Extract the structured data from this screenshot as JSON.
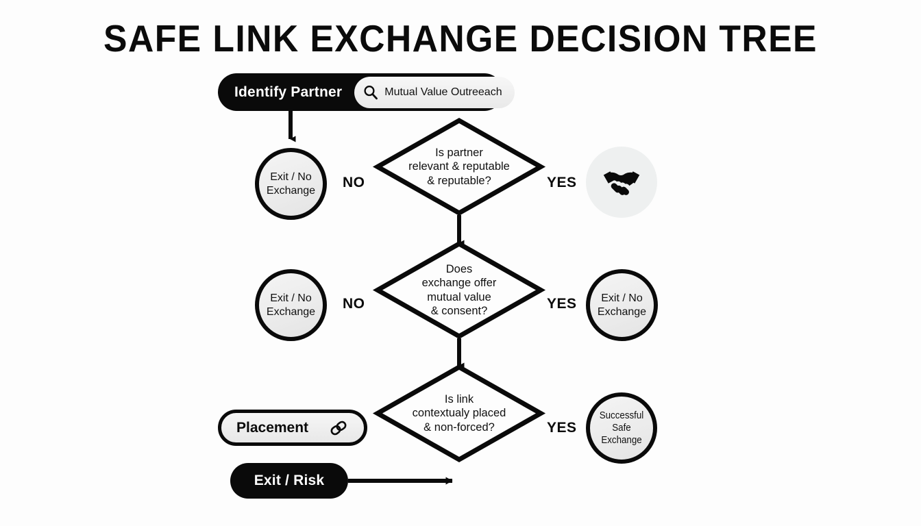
{
  "page": {
    "title": "SAFE LINK EXCHANGE DECISION TREE",
    "background_color": "#fdfdfd",
    "ink_color": "#0a0a0a"
  },
  "header": {
    "label": "Identify Partner",
    "chip": {
      "icon": "search-icon",
      "label": "Mutual Value Outreeach"
    }
  },
  "nodes": {
    "decision_1": {
      "text": "Is partner\nrelevant & reputable\n& reputable?",
      "no_label": "NO",
      "yes_label": "YES"
    },
    "decision_2": {
      "text": "Does\nexchange offer\nmutual value\n& consent?",
      "no_label": "NO",
      "yes_label": "YES"
    },
    "decision_3": {
      "text": "Is link\ncontextualy placed\n& non-forced?",
      "yes_label": "YES"
    },
    "exit_1": {
      "text": "Exit / No\nExchange"
    },
    "exit_2": {
      "text": "Exit / No\nExchange"
    },
    "exit_3": {
      "text": "Exit / No\nExchange"
    },
    "handshake": {
      "icon": "handshake-icon"
    },
    "success": {
      "text": "Successful\nSafe Exchange"
    },
    "placement": {
      "label": "Placement",
      "icon": "link-chain-icon"
    },
    "exit_risk": {
      "label": "Exit / Risk"
    }
  }
}
